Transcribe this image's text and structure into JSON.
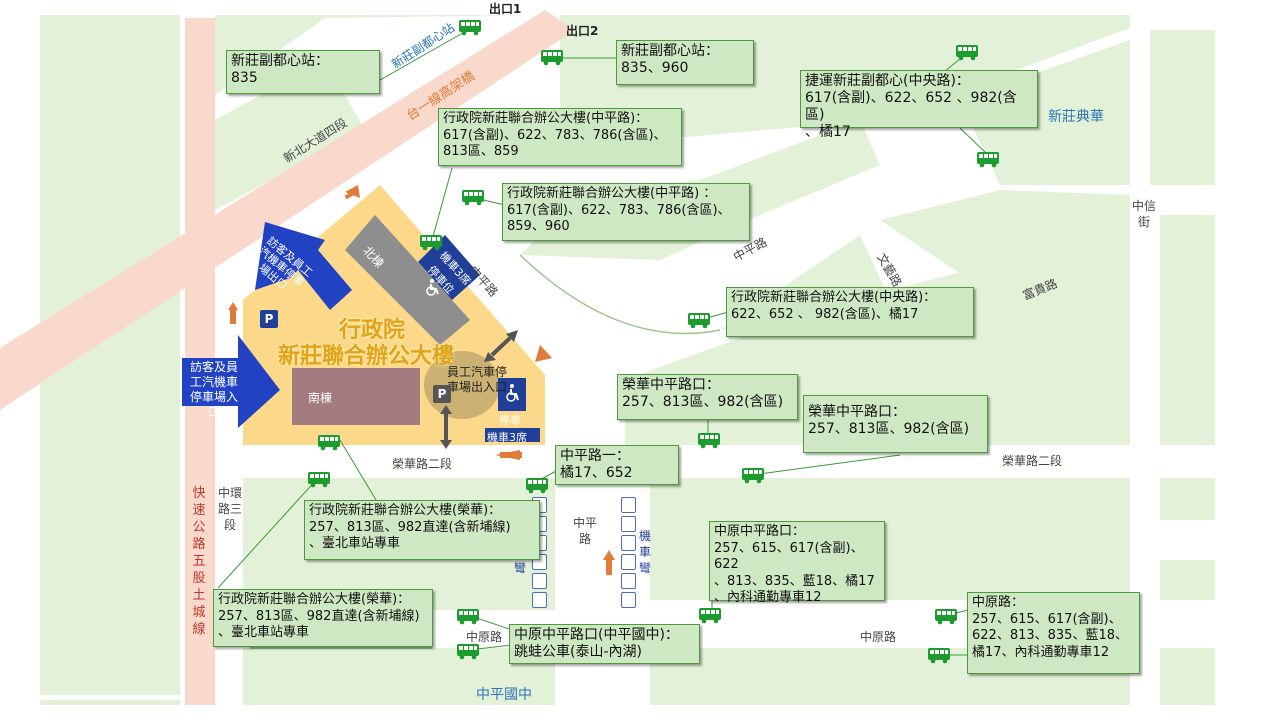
{
  "roads": {
    "expressway": "快速公路五股土城線",
    "zhonghuan": "中環路三段",
    "xinbei_blvd": "新北大道四段",
    "taiyi_viaduct": "台一線高架橋",
    "zhongping_upper": "中平路",
    "zhongping_east": "中平路",
    "zhongping_lower": "中平路",
    "ronghua_west": "榮華路二段",
    "ronghua_east": "榮華路二段",
    "wenming": "文藝路",
    "fugui": "富貴路",
    "zhongxin": "中信街",
    "zhongyuan_west": "中原路",
    "zhongyuan_east": "中原路",
    "moto_lane_left": "機車彎",
    "moto_lane_right": "機車彎"
  },
  "places": {
    "xinzhuang_dianhua": "新莊典華",
    "zhongping_school": "中平國中",
    "fudu_station_logo": "新莊副都心站",
    "exit1": "出口1",
    "exit2": "出口2"
  },
  "building": {
    "name_line1": "行政院",
    "name_line2": "新莊聯合辦公大樓",
    "north": "北棟",
    "south": "南棟",
    "moto3_top_a": "機車3席",
    "moto3_top_b": "停車位",
    "staff_parking": "員工汽車停車場出入口",
    "accessible_parking": "停車",
    "moto3_bottom": "機車3席",
    "p_label": "P"
  },
  "arrows": {
    "visitor_exit": "訪客及員工汽機車停車場出口",
    "visitor_entry": "訪客及員工汽機車停車場入口"
  },
  "callouts": [
    {
      "id": "fudu-835",
      "text": "新莊副都心站：\n835"
    },
    {
      "id": "fudu-835-960",
      "text": "新莊副都心站：\n835、960"
    },
    {
      "id": "mrt-fudu",
      "text": "捷運新莊副都心(中央路)：\n617(含副)、622、652 、982(含區)\n、橘17"
    },
    {
      "id": "zp-1",
      "text": "行政院新莊聯合辦公大樓(中平路)：\n617(含副)、622、783、786(含區)、\n813區、859"
    },
    {
      "id": "zp-2",
      "text": "行政院新莊聯合辦公大樓(中平路) ：\n617(含副)、622、783、786(含區)、\n859、960"
    },
    {
      "id": "zy-central",
      "text": "行政院新莊聯合辦公大樓(中央路)：\n622、652 、 982(含區)、橘17"
    },
    {
      "id": "rh-zp-1",
      "text": "榮華中平路口：\n257、813區、982(含區)"
    },
    {
      "id": "rh-zp-2",
      "text": "榮華中平路口：\n257、813區、982(含區)"
    },
    {
      "id": "zp-one",
      "text": "中平路一：\n橘17、652"
    },
    {
      "id": "ronghua-1",
      "text": "行政院新莊聯合辦公大樓(榮華)：\n257、813區、982直達(含新埔線)\n、臺北車站專車"
    },
    {
      "id": "ronghua-2",
      "text": "行政院新莊聯合辦公大樓(榮華)：\n257、813區、982直達(含新埔線)\n、臺北車站專車"
    },
    {
      "id": "zy-zp",
      "text": "中原中平路口：\n257、615、617(含副)、622\n、813、835、藍18、橘17\n、內科通勤專車12"
    },
    {
      "id": "zy-zp-school",
      "text": "中原中平路口(中平國中)：\n跳蛙公車(泰山-內湖)"
    },
    {
      "id": "zhongyuan",
      "text": "中原路：\n257、615、617(含副)、\n622、813、835、藍18、\n橘17、內科通勤專車12"
    }
  ],
  "colors": {
    "block_green": "#e3f1d8",
    "road_white": "#ffffff",
    "overpass_pink": "#f8d9cc",
    "building_yellow": "#fbd88a",
    "callout_fill": "#cfe8c4",
    "callout_border": "#4c9a3c",
    "arrow_blue": "#2242c4",
    "bus_green": "#1c9b2e"
  },
  "icons": [
    "bus-stop-icon",
    "wheelchair-icon",
    "parking-icon",
    "arrow-icon",
    "mrt-logo-icon"
  ]
}
